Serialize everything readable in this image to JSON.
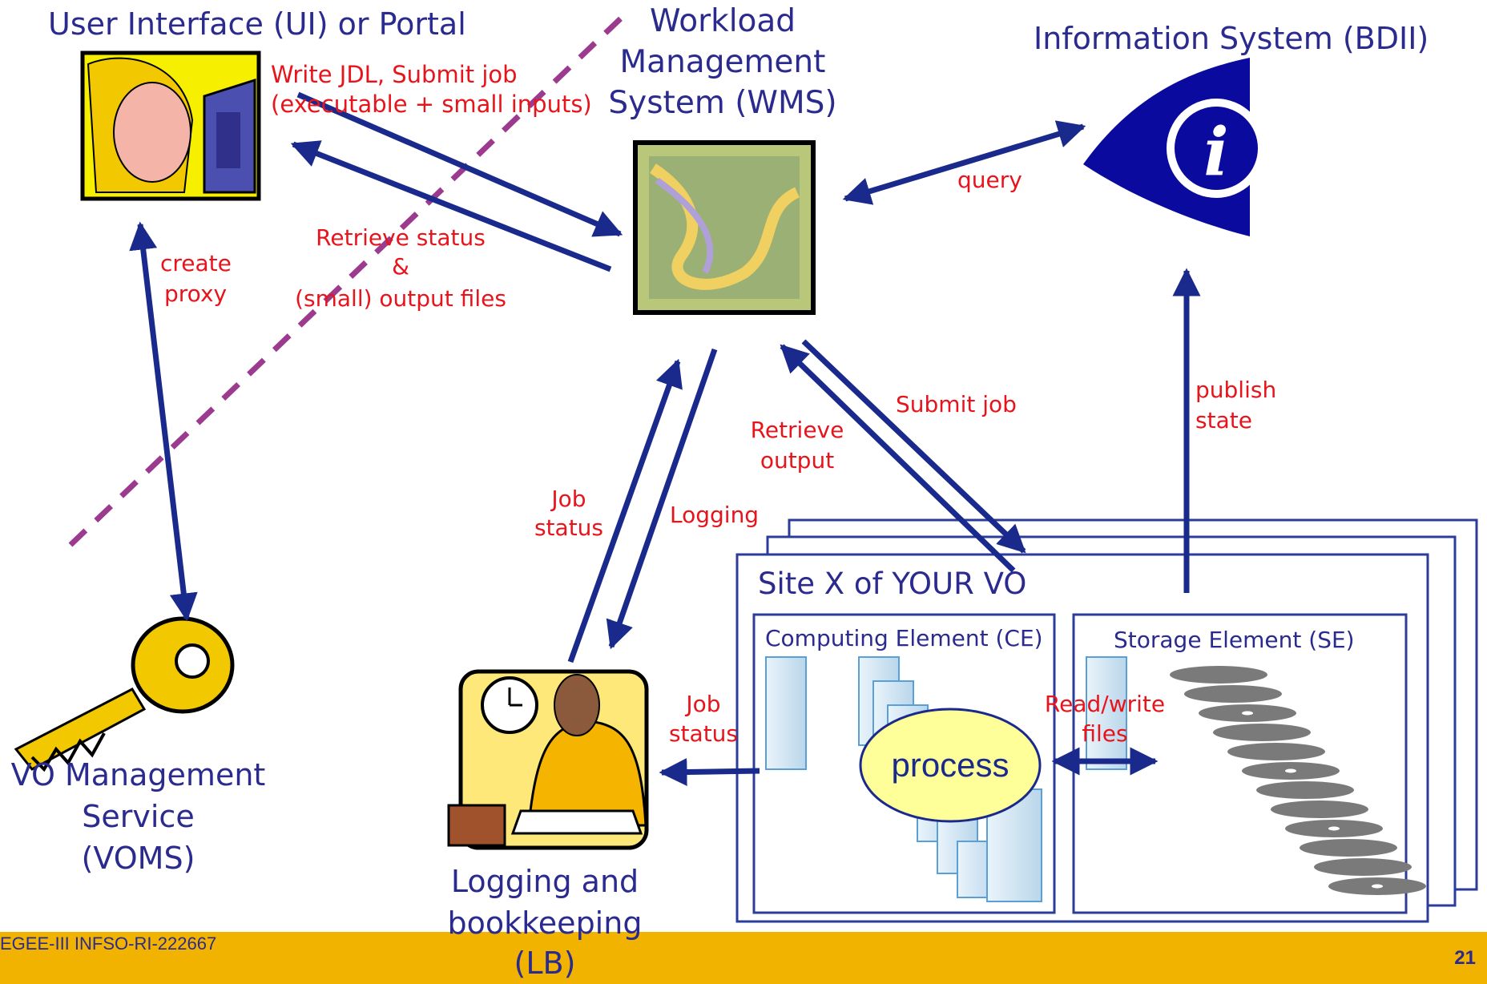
{
  "nodes": {
    "ui": "User Interface (UI) or Portal",
    "wms_1": "Workload",
    "wms_2": "Management",
    "wms_3": "System (WMS)",
    "bdii": "Information System (BDII)",
    "voms_1": "VO Management",
    "voms_2": "Service",
    "voms_3": "(VOMS)",
    "lb_1": "Logging and",
    "lb_2": "bookkeeping",
    "lb_3": "(LB)"
  },
  "edges": {
    "write_jdl_1": "Write JDL, Submit job",
    "write_jdl_2": "(executable + small inputs)",
    "retrieve_status_1": "Retrieve status",
    "retrieve_status_2": "&",
    "retrieve_status_3": "(small) output files",
    "create_proxy_1": "create",
    "create_proxy_2": "proxy",
    "query": "query",
    "publish_1": "publish",
    "publish_2": "state",
    "submit_job": "Submit job",
    "retrieve_output_1": "Retrieve",
    "retrieve_output_2": "output",
    "job_status_1": "Job",
    "job_status_2": "status",
    "logging": "Logging",
    "job_status_ce_1": "Job",
    "job_status_ce_2": "status",
    "read_write_1": "Read/write",
    "read_write_2": "files"
  },
  "site": {
    "title": "Site X of YOUR VO",
    "ce_title": "Computing Element (CE)",
    "se_title": "Storage Element (SE)",
    "process": "process"
  },
  "footer": {
    "left": "EGEE-III INFSO-RI-222667",
    "page": "21"
  },
  "colors": {
    "arrow": "#1a2a8c",
    "label_red": "#e8141c",
    "title_blue": "#2b2b8f",
    "dashed_line": "#9b3a8e",
    "footer_bar": "#f2b200",
    "process_fill": "#ffff99"
  }
}
